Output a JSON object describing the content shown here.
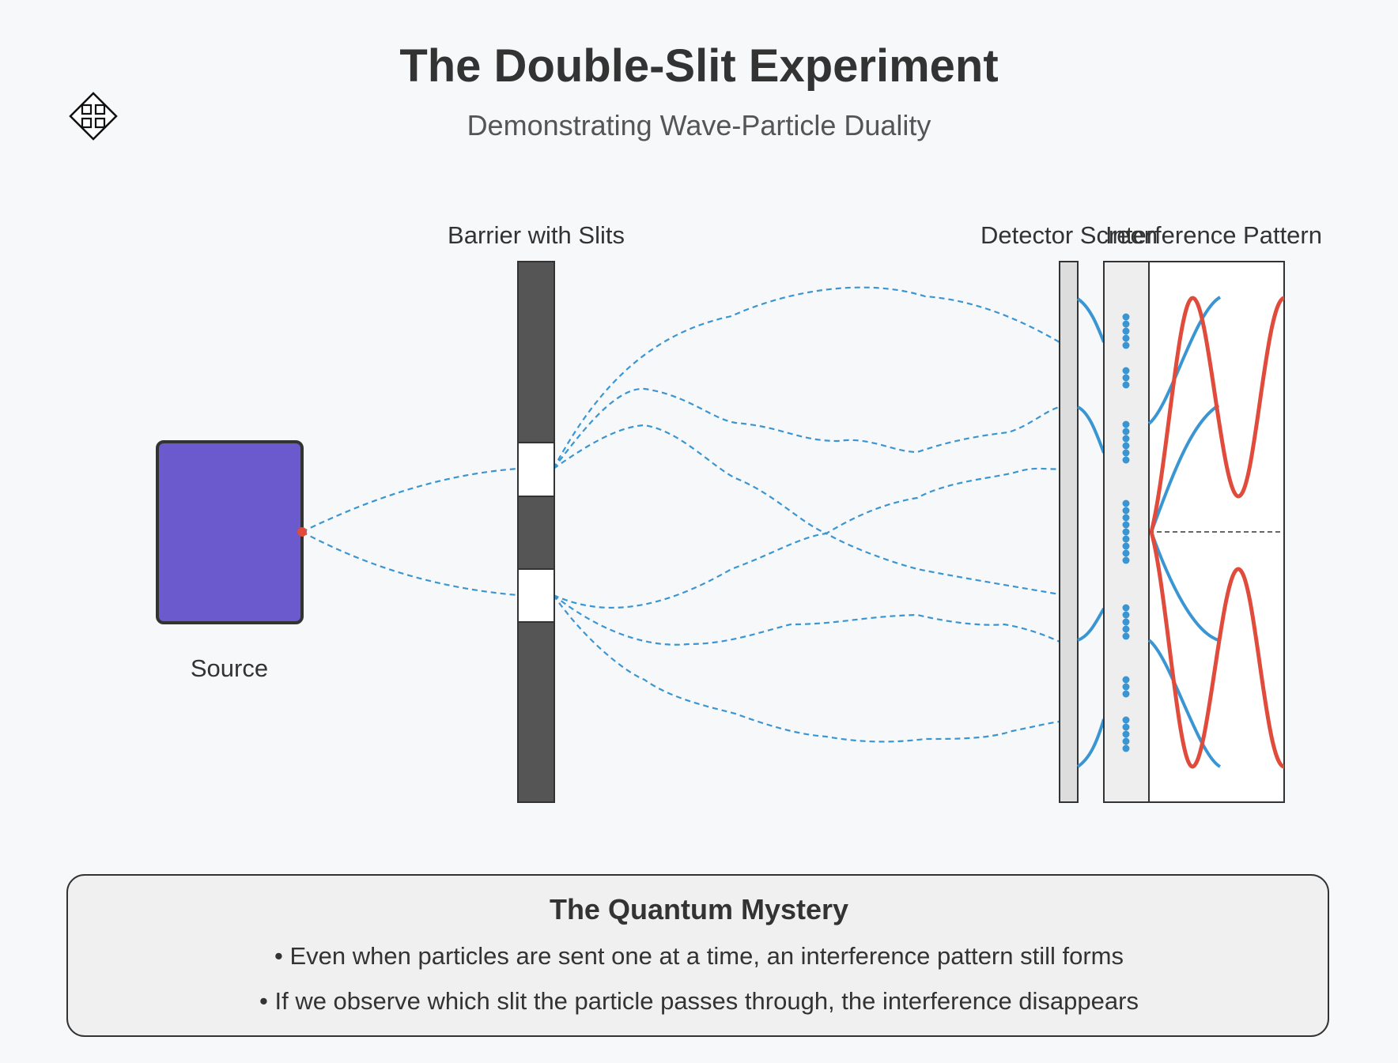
{
  "header": {
    "title": "The Double-Slit Experiment",
    "subtitle": "Demonstrating Wave-Particle Duality"
  },
  "toolbar": {
    "move_icon": "move-icon"
  },
  "labels": {
    "source": "Source",
    "barrier": "Barrier with Slits",
    "detector": "Detector Screen",
    "pattern": "Interference Pattern"
  },
  "info_box": {
    "title": "The Quantum Mystery",
    "bullets": [
      "• Even when particles are sent one at a time, an interference pattern still forms",
      "• If we observe which slit the particle passes through, the interference disappears"
    ]
  },
  "colors": {
    "source_fill": "#6a5acd",
    "emitter": "#e04b3c",
    "barrier": "#555555",
    "ray": "#3a96d2",
    "pattern_red": "#e04b3c"
  }
}
